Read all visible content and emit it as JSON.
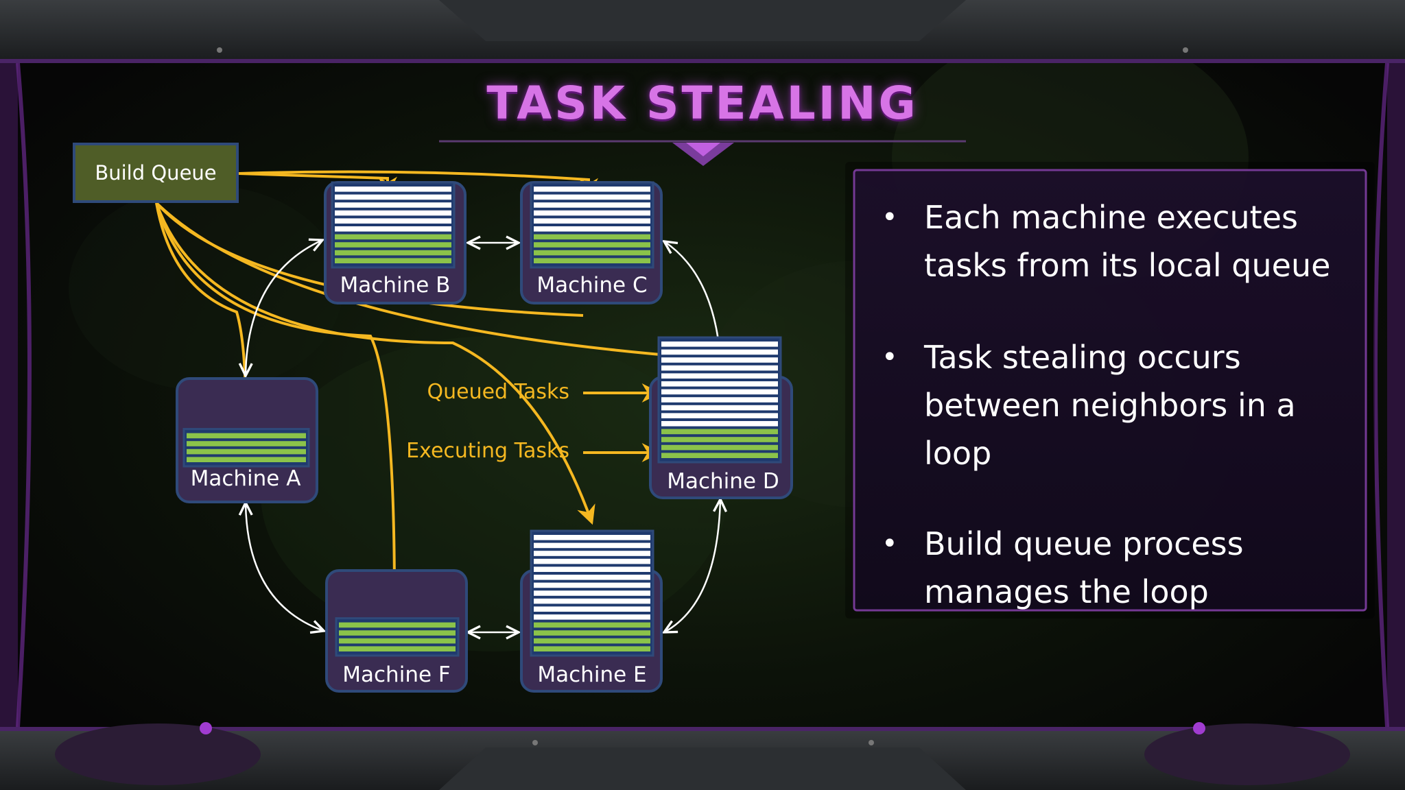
{
  "title": "TASK STEALING",
  "build_queue": {
    "label": "Build Queue"
  },
  "machines": [
    {
      "id": "a",
      "label": "Machine A",
      "queued": 0,
      "executing": 4
    },
    {
      "id": "b",
      "label": "Machine B",
      "queued": 6,
      "executing": 4
    },
    {
      "id": "c",
      "label": "Machine C",
      "queued": 6,
      "executing": 4
    },
    {
      "id": "d",
      "label": "Machine D",
      "queued": 11,
      "executing": 4
    },
    {
      "id": "e",
      "label": "Machine E",
      "queued": 11,
      "executing": 4
    },
    {
      "id": "f",
      "label": "Machine F",
      "queued": 0,
      "executing": 4
    }
  ],
  "legend": {
    "queued": "Queued Tasks",
    "executing": "Executing Tasks"
  },
  "bullets": [
    "Each machine executes tasks from its local queue",
    "Task stealing occurs between neighbors in a loop",
    "Build queue process manages the loop"
  ],
  "colors": {
    "title": "#d774e6",
    "build_queue_fill": "#4f5d27",
    "machine_fill": "#3a2c52",
    "machine_border": "#2f4a7a",
    "queued_bar": "#ffffff",
    "queued_line": "#1f3a6e",
    "executing_bar": "#8bc34a",
    "executing_line": "#2a4f2a",
    "build_arrow": "#f5b821",
    "steal_arrow": "#ffffff",
    "panel_border": "#7a3c9c"
  }
}
